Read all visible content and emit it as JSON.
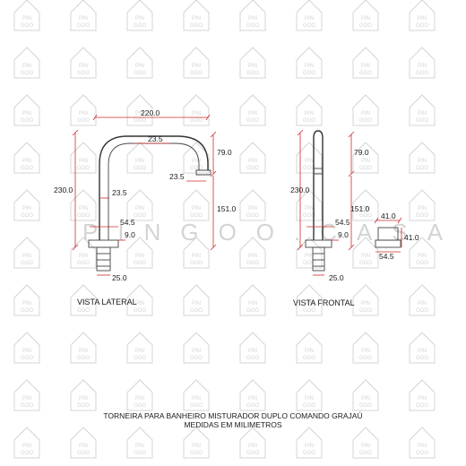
{
  "watermark": {
    "tile_top": "PIN",
    "tile_bottom": "GOO",
    "wordmark": "PINGOO.CASA"
  },
  "views": {
    "lateral": {
      "label": "VISTA LATERAL",
      "dims": {
        "width": "220.0",
        "spout_diameter": "23.5",
        "spout_drop": "79.0",
        "nozzle": "23.5",
        "height": "230.0",
        "body_diameter": "23.5",
        "base_height": "151.0",
        "flange_diameter": "54.5",
        "flange_height": "9.0",
        "shank": "25.0"
      }
    },
    "frontal": {
      "label": "VISTA FRONTAL",
      "dims": {
        "spout_drop": "79.0",
        "height": "230.0",
        "base_height": "151.0",
        "flange_diameter": "54.5",
        "flange_height": "9.0",
        "shank": "25.0"
      }
    },
    "handle": {
      "dims": {
        "top_width": "41.0",
        "height": "41.0",
        "base_width": "54.5"
      }
    }
  },
  "caption": {
    "line1": "TORNEIRA PARA BANHEIRO MISTURADOR DUPLO COMANDO GRAJAÚ",
    "line2": "MEDIDAS EM MILIMETROS"
  },
  "colors": {
    "dimension": "#d22b2b",
    "outline": "#333333",
    "watermark": "#d4d4d4",
    "text": "#1a1a1a"
  }
}
